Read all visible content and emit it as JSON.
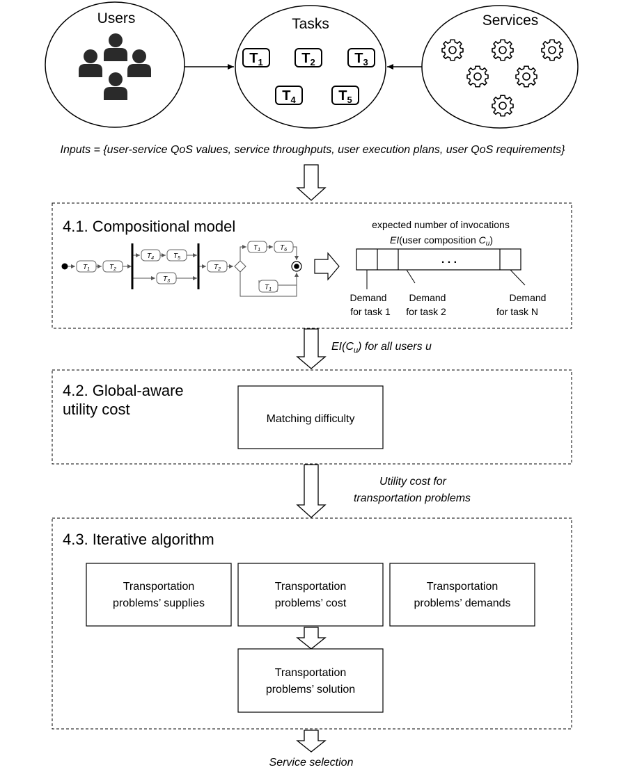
{
  "top": {
    "users_label": "Users",
    "tasks_label": "Tasks",
    "services_label": "Services",
    "tasks": [
      {
        "letter": "T",
        "index": "1"
      },
      {
        "letter": "T",
        "index": "2"
      },
      {
        "letter": "T",
        "index": "3"
      },
      {
        "letter": "T",
        "index": "4"
      },
      {
        "letter": "T",
        "index": "5"
      }
    ]
  },
  "inputs_text": "Inputs = {user-service QoS values, service throughputs, user execution plans, user QoS requirements}",
  "section1": {
    "title": "4.1. Compositional model",
    "workflow": {
      "t1": "T",
      "t1_sub": "1",
      "t2": "T",
      "t2_sub": "2",
      "t4": "T",
      "t4_sub": "4",
      "t5": "T",
      "t5_sub": "5",
      "t3": "T",
      "t3_sub": "3",
      "t2b": "T",
      "t2b_sub": "2",
      "t1b": "T",
      "t1b_sub": "1",
      "t6": "T",
      "t6_sub": "6",
      "t1c": "T",
      "t1c_sub": "1"
    },
    "vector_caption_line1": "expected number of invocations",
    "vector_caption_line2_prefix": "EI",
    "vector_caption_line2_mid": "(user composition ",
    "vector_caption_line2_var": "C",
    "vector_caption_line2_sub": "u",
    "vector_caption_line2_end": ")",
    "vector_dots": ". . .",
    "demands": [
      {
        "line1": "Demand",
        "line2": "for task 1"
      },
      {
        "line1": "Demand",
        "line2": "for task 2"
      },
      {
        "line1": "Demand",
        "line2": "for task N"
      }
    ]
  },
  "arrow1_label": {
    "prefix": "EI(C",
    "sub": "u",
    "suffix": ") for all users u"
  },
  "section2": {
    "title_line1": "4.2. Global-aware",
    "title_line2": "utility cost",
    "box_label": "Matching difficulty"
  },
  "arrow2_label": {
    "line1": "Utility cost for",
    "line2": "transportation problems"
  },
  "section3": {
    "title": "4.3. Iterative algorithm",
    "boxes": [
      {
        "line1": "Transportation",
        "line2": "problems’ supplies"
      },
      {
        "line1": "Transportation",
        "line2": "problems’ cost"
      },
      {
        "line1": "Transportation",
        "line2": "problems’ demands"
      }
    ],
    "solution": {
      "line1": "Transportation",
      "line2": "problems’ solution"
    }
  },
  "output_label": "Service selection"
}
